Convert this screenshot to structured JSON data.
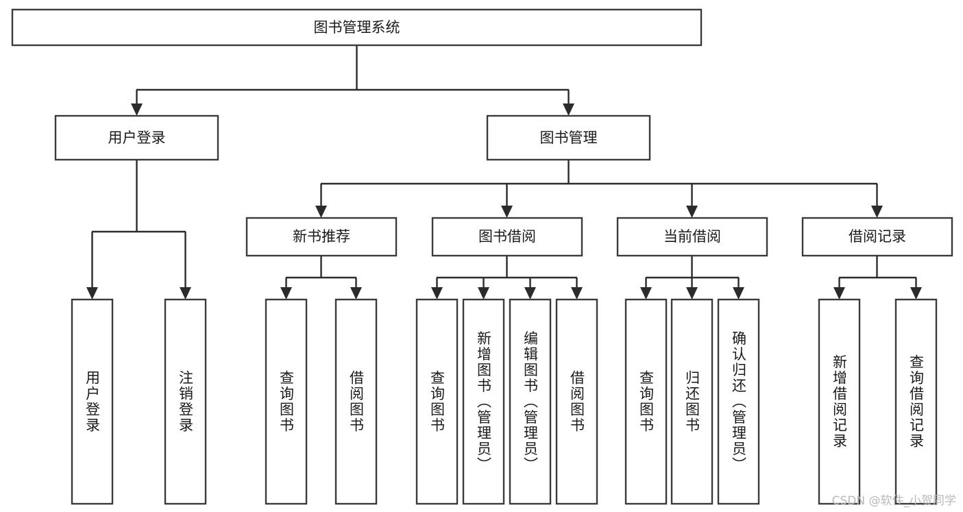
{
  "diagram": {
    "kind": "tree-hierarchy-chart",
    "root": {
      "id": "root",
      "label": "图书管理系统",
      "orientation": "horizontal"
    },
    "level2": [
      {
        "id": "user-login",
        "label": "用户登录",
        "orientation": "horizontal"
      },
      {
        "id": "book-management",
        "label": "图书管理",
        "orientation": "horizontal"
      }
    ],
    "level3": [
      {
        "id": "new-book-recommend",
        "label": "新书推荐",
        "orientation": "horizontal",
        "parent": "book-management"
      },
      {
        "id": "book-borrow",
        "label": "图书借阅",
        "orientation": "horizontal",
        "parent": "book-management"
      },
      {
        "id": "current-borrow",
        "label": "当前借阅",
        "orientation": "horizontal",
        "parent": "book-management"
      },
      {
        "id": "borrow-record",
        "label": "借阅记录",
        "orientation": "horizontal",
        "parent": "book-management"
      }
    ],
    "leaves": [
      {
        "id": "leaf-user-login",
        "label": "用户登录",
        "orientation": "vertical",
        "parent": "user-login"
      },
      {
        "id": "leaf-logout-login",
        "label": "注销登录",
        "orientation": "vertical",
        "parent": "user-login"
      },
      {
        "id": "leaf-query-book-1",
        "label": "查询图书",
        "orientation": "vertical",
        "parent": "new-book-recommend"
      },
      {
        "id": "leaf-borrow-book-1",
        "label": "借阅图书",
        "orientation": "vertical",
        "parent": "new-book-recommend"
      },
      {
        "id": "leaf-query-book-2",
        "label": "查询图书",
        "orientation": "vertical",
        "parent": "book-borrow"
      },
      {
        "id": "leaf-add-book-admin",
        "label": "新增图书（管理员）",
        "orientation": "vertical",
        "parent": "book-borrow"
      },
      {
        "id": "leaf-edit-book-admin",
        "label": "编辑图书（管理员）",
        "orientation": "vertical",
        "parent": "book-borrow"
      },
      {
        "id": "leaf-borrow-book-2",
        "label": "借阅图书",
        "orientation": "vertical",
        "parent": "book-borrow"
      },
      {
        "id": "leaf-query-book-3",
        "label": "查询图书",
        "orientation": "vertical",
        "parent": "current-borrow"
      },
      {
        "id": "leaf-return-book",
        "label": "归还图书",
        "orientation": "vertical",
        "parent": "current-borrow"
      },
      {
        "id": "leaf-confirm-return-admin",
        "label": "确认归还（管理员）",
        "orientation": "vertical",
        "parent": "current-borrow"
      },
      {
        "id": "leaf-add-borrow-record",
        "label": "新增借阅记录",
        "orientation": "vertical",
        "parent": "borrow-record"
      },
      {
        "id": "leaf-query-borrow-record",
        "label": "查询借阅记录",
        "orientation": "vertical",
        "parent": "borrow-record"
      }
    ],
    "colors": {
      "background": "#ffffff",
      "box_fill": "#ffffff",
      "box_stroke": "#3a3a3a",
      "edge_stroke": "#2b2b2b",
      "text": "#1a1a1a",
      "watermark": "#b9b9b9"
    }
  },
  "watermark": {
    "text": "CSDN @软件_小贺同学"
  }
}
